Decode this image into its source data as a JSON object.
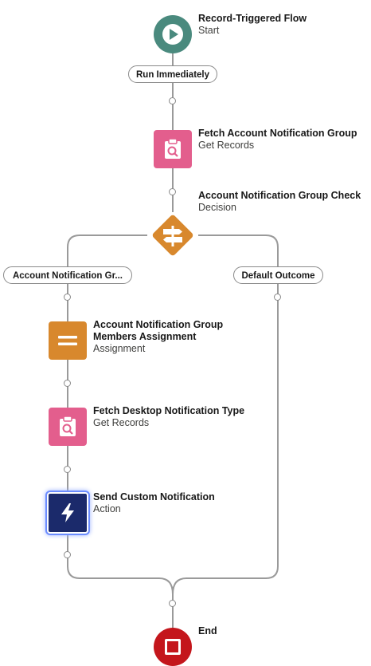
{
  "nodes": {
    "start": {
      "title": "Record-Triggered Flow",
      "subtitle": "Start",
      "color": "#4a8a7e",
      "icon": "play-icon"
    },
    "fetch_group": {
      "title": "Fetch Account Notification Group",
      "subtitle": "Get Records",
      "color": "#e35e8d",
      "icon": "clipboard-search-icon"
    },
    "decision": {
      "title": "Account Notification Group Check",
      "subtitle": "Decision",
      "color": "#d8882d",
      "icon": "signpost-icon"
    },
    "assignment": {
      "title_line1": "Account Notification Group",
      "title_line2": "Members Assignment",
      "subtitle": "Assignment",
      "color": "#d8882d",
      "icon": "equals-icon"
    },
    "fetch_type": {
      "title": "Fetch Desktop Notification Type",
      "subtitle": "Get Records",
      "color": "#e35e8d",
      "icon": "clipboard-search-icon"
    },
    "action": {
      "title": "Send Custom Notification",
      "subtitle": "Action",
      "color": "#1b2a6b",
      "icon": "lightning-bolt-icon"
    },
    "end": {
      "title": "End",
      "color": "#c4161c",
      "icon": "stop-icon"
    }
  },
  "pills": {
    "run_immediately": "Run Immediately",
    "outcome_left": "Account Notification Gr...",
    "outcome_default": "Default Outcome"
  }
}
